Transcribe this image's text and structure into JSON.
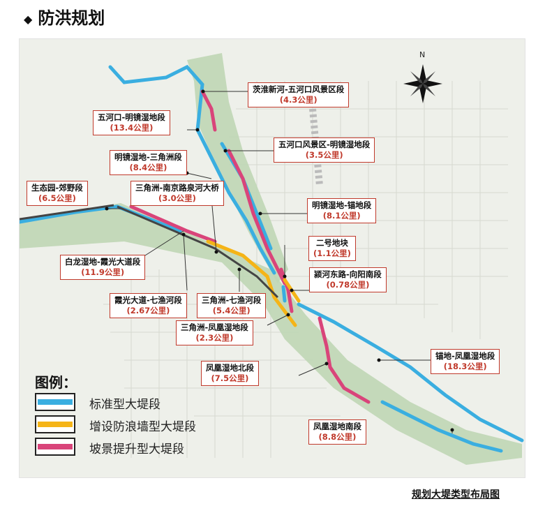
{
  "title": "防洪规划",
  "colors": {
    "standard": "#3aaee0",
    "wavewall": "#f5b417",
    "landscape": "#d9447a",
    "label_border": "#c0392b",
    "river": "#a9c8a0"
  },
  "compass": {
    "north": "N"
  },
  "segments": [
    {
      "name": "茨淮新河-五河口风景区段",
      "length": "(4.3公里)"
    },
    {
      "name": "五河口-明镜湿地段",
      "length": "(13.4公里)"
    },
    {
      "name": "五河口风景区-明镜湿地段",
      "length": "(3.5公里)"
    },
    {
      "name": "明镜湿地-三角洲段",
      "length": "(8.4公里)"
    },
    {
      "name": "生态园-郊野段",
      "length": "(6.5公里)"
    },
    {
      "name": "三角洲-南京路泉河大桥",
      "length": "(3.0公里)"
    },
    {
      "name": "明镜湿地-锚地段",
      "length": "(8.1公里)"
    },
    {
      "name": "二号地块",
      "length": "(1.1公里)"
    },
    {
      "name": "白龙湿地-霞光大道段",
      "length": "(11.9公里)"
    },
    {
      "name": "颍河东路-向阳南段",
      "length": "(0.78公里)"
    },
    {
      "name": "霞光大道-七渔河段",
      "length": "(2.67公里)"
    },
    {
      "name": "三角洲-七渔河段",
      "length": "(5.4公里)"
    },
    {
      "name": "三角洲-凤凰湿地段",
      "length": "(2.3公里)"
    },
    {
      "name": "凤凰湿地北段",
      "length": "(7.5公里)"
    },
    {
      "name": "锚地-凤凰湿地段",
      "length": "(18.3公里)"
    },
    {
      "name": "凤凰湿地南段",
      "length": "(8.8公里)"
    }
  ],
  "legend": {
    "title": "图例：",
    "items": [
      {
        "label": "标准型大堤段",
        "color": "#3aaee0"
      },
      {
        "label": "增设防浪墙型大堤段",
        "color": "#f5b417"
      },
      {
        "label": "坡景提升型大堤段",
        "color": "#d9447a"
      }
    ]
  },
  "caption": "规划大堤类型布局图"
}
